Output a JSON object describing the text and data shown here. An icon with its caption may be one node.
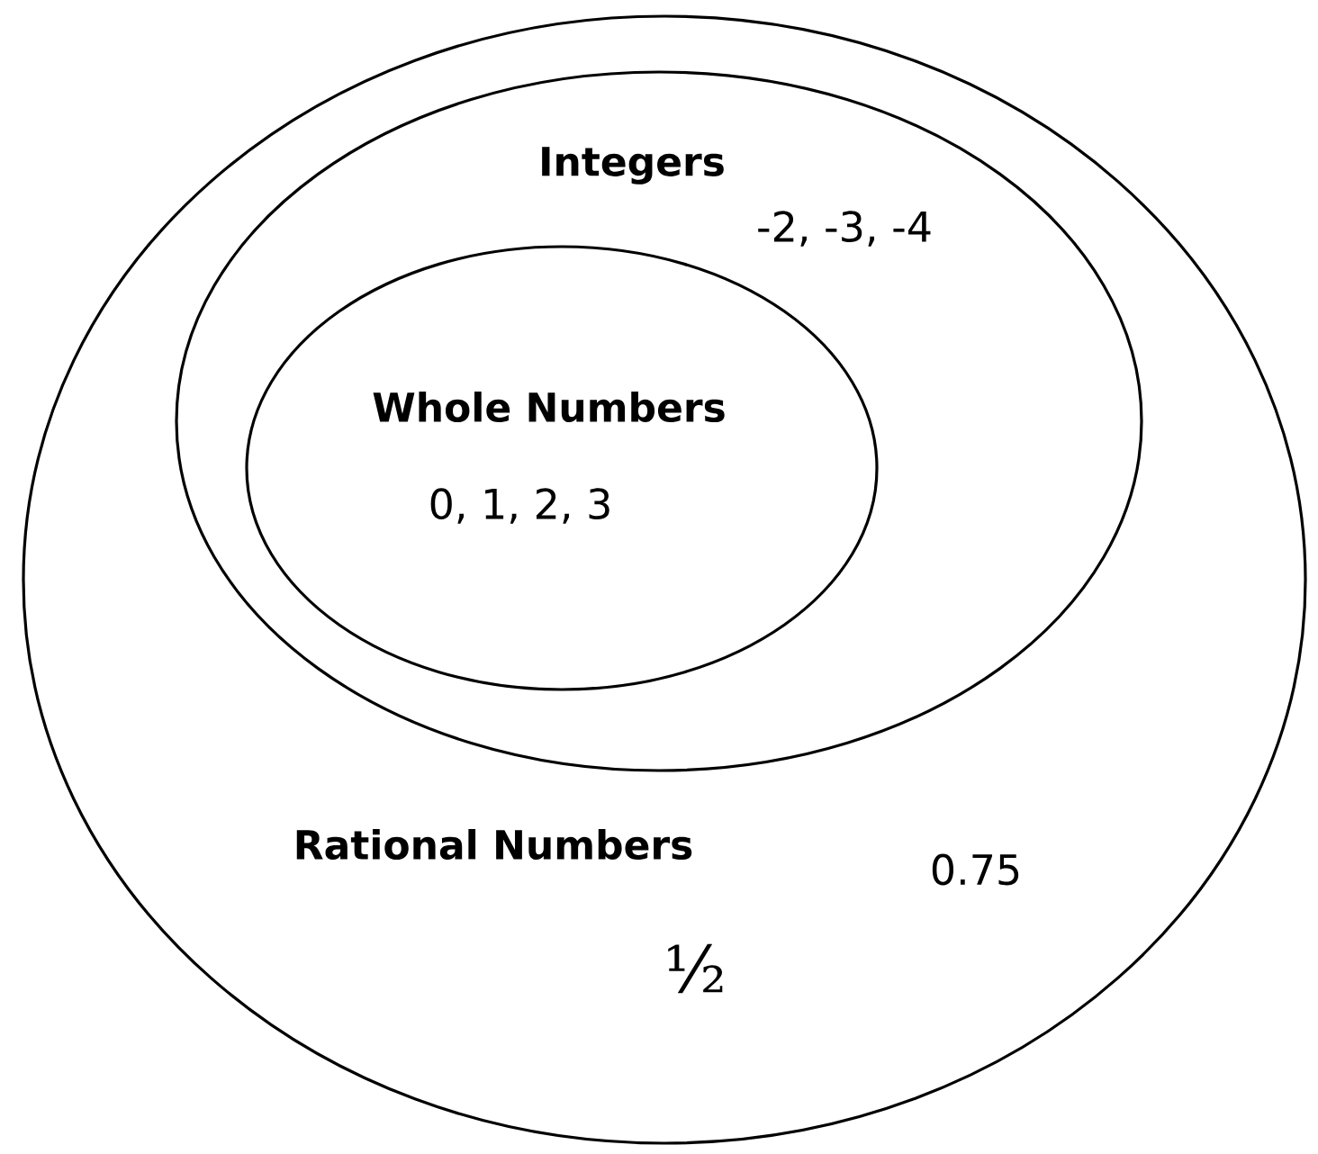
{
  "diagram": {
    "nodes": [
      {
        "text": [
          "Rational Numbers",
          "0.75",
          "½"
        ]
      },
      {
        "text": [
          "Integers",
          "-2, -3, -4"
        ],
        "in": 0
      },
      {
        "text": [
          "Whole Numbers",
          "0, 1, 2, 3"
        ],
        "in": 1
      }
    ]
  }
}
